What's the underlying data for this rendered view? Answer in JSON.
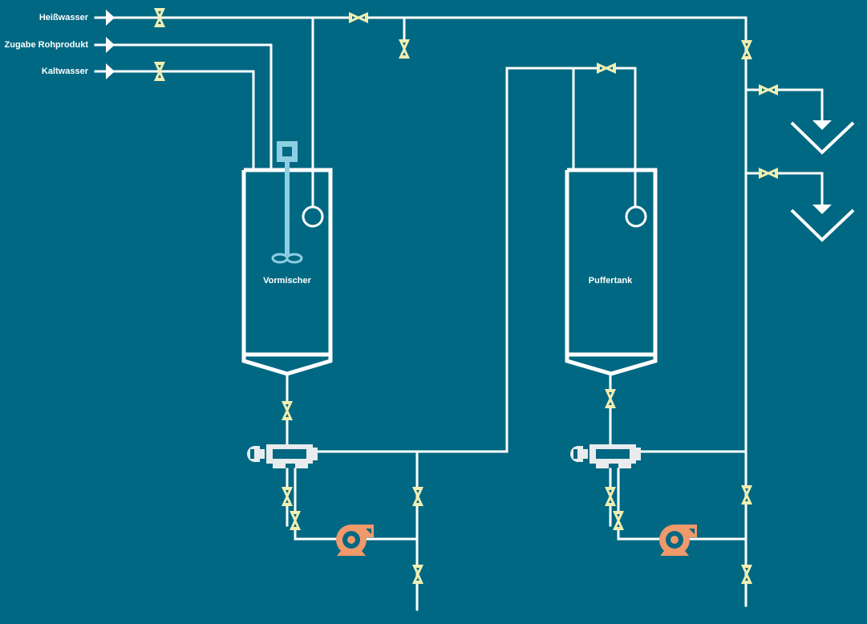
{
  "title": "Process flow diagram – premixer and buffer tank",
  "inputs": [
    {
      "label": "Heißwasser"
    },
    {
      "label": "Zugabe Rohprodukt"
    },
    {
      "label": "Kaltwasser"
    }
  ],
  "tanks": [
    {
      "label": "Vormischer",
      "has_agitator": true
    },
    {
      "label": "Puffertank",
      "has_agitator": false
    }
  ],
  "colors": {
    "background": "#006882",
    "pipe": "#ffffff",
    "valve": "#f1eeb2",
    "agitator": "#8ccfe3",
    "pump": "#f0996a",
    "filter": "#e8ecee"
  }
}
